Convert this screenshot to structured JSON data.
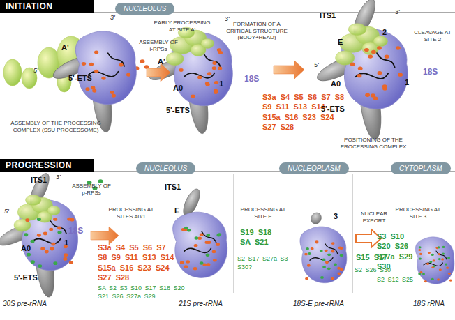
{
  "diagram": {
    "nodes": [
      {
        "text": [
          "INITIATION"
        ]
      },
      {
        "text": [
          "NUCLEOLUS"
        ]
      },
      {
        "text": [
          "PROGRESSION"
        ]
      },
      {
        "text": [
          "NUCLEOLUS"
        ]
      },
      {
        "text": [
          "NUCLEOPLASM"
        ]
      },
      {
        "text": [
          "CYTOPLASM"
        ]
      }
    ],
    "labels": [
      "5'",
      "A'",
      "5'-ETS",
      "3'",
      "ASSEMBLY OF THE PROCESSING COMPLEX (SSU PROCESSOME)",
      "ASSEMBLY OF i-RPSs",
      "EARLY PROCESSING AT SITE A'",
      "A'",
      "A0",
      "1",
      "5'-ETS",
      "18S",
      "3'",
      "FORMATION OF A CRITICAL STRUCTURE (BODY+HEAD)",
      "S3a S4 S5 S6 S7 S8 S9 S11 S13 S14 S15a S16 S23 S24 S27 S28",
      "ITS1",
      "E",
      "2",
      "3'",
      "CLEAVAGE AT SITE 2",
      "5'",
      "A0",
      "1",
      "18S",
      "5'-ETS",
      "POSITIONING OF THE PROCESSING COMPLEX",
      "ITS1",
      "3'",
      "ASSEMBLY OF p-RPSs",
      "5'",
      "18S",
      "A0",
      "1",
      "5'-ETS",
      "30S pre-rRNA",
      "PROCESSING AT SITES A0/1",
      "S3a S4 S5 S6 S7 S8 S9 S11 S13 S14 S15a S16 S23 S24 S27 S28",
      "SA S2 S3 S10 S17 S18 S20 S21 S26 S27a S29",
      "ITS1",
      "E",
      "21S pre-rRNA",
      "PROCESSING AT SITE E",
      "S19 S18 SA S21",
      "S2 S17 S27a S3 S30?",
      "3",
      "18S-E pre-rRNA",
      "NUCLEAR EXPORT",
      "S15 S17",
      "S2 S26 S30",
      "PROCESSING AT SITE 3",
      "S3 S10 S20 S26 S27a S29 S30",
      "S2 S12 S25",
      "18S rRNA"
    ]
  }
}
